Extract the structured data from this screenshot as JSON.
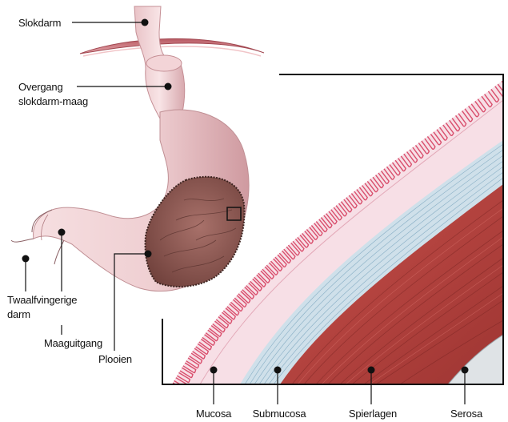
{
  "labels": {
    "slokdarm": "Slokdarm",
    "overgang_1": "Overgang",
    "overgang_2": "slokdarm-maag",
    "twaalf_1": "Twaalfvingerige",
    "twaalf_2": "darm",
    "maaguitgang": "Maaguitgang",
    "plooien": "Plooien",
    "mucosa": "Mucosa",
    "submucosa": "Submucosa",
    "spierlagen": "Spierlagen",
    "serosa": "Serosa"
  },
  "colors": {
    "stomach_skin": "#f2d6d8",
    "stomach_shade": "#d9a9ae",
    "stomach_interior": "#8e5a52",
    "mucosa_pink": "#f7dfe6",
    "villi": "#d94f6d",
    "submucosa_blue": "#cfe0ea",
    "muscle_red": "#b8433f",
    "serosa_grey": "#dfe3e6",
    "diaphragm": "#c9747a"
  }
}
